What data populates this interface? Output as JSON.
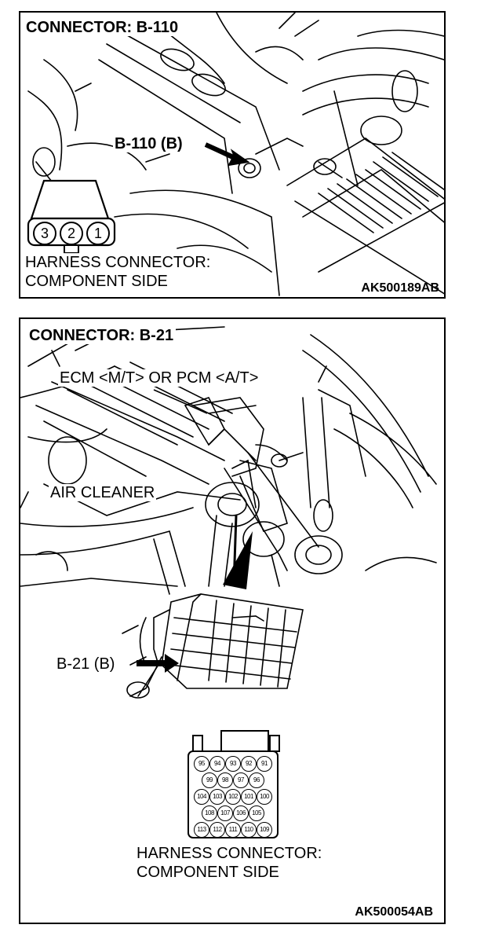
{
  "top_panel": {
    "title": "CONNECTOR: B-110",
    "callout": "B-110 (B)",
    "pins": [
      "3",
      "2",
      "1"
    ],
    "caption_line1": "HARNESS CONNECTOR:",
    "caption_line2": "COMPONENT SIDE",
    "code": "AK500189AB"
  },
  "bottom_panel": {
    "title": "CONNECTOR: B-21",
    "ecm_label": "ECM <M/T> OR PCM <A/T>",
    "air_cleaner_label": "AIR CLEANER",
    "callout": "B-21 (B)",
    "pin_rows": [
      [
        "95",
        "94",
        "93",
        "92",
        "91"
      ],
      [
        "99",
        "98",
        "97",
        "96"
      ],
      [
        "104",
        "103",
        "102",
        "101",
        "100"
      ],
      [
        "108",
        "107",
        "106",
        "105"
      ],
      [
        "113",
        "112",
        "111",
        "110",
        "109"
      ]
    ],
    "caption_line1": "HARNESS CONNECTOR:",
    "caption_line2": "COMPONENT SIDE",
    "code": "AK500054AB"
  }
}
